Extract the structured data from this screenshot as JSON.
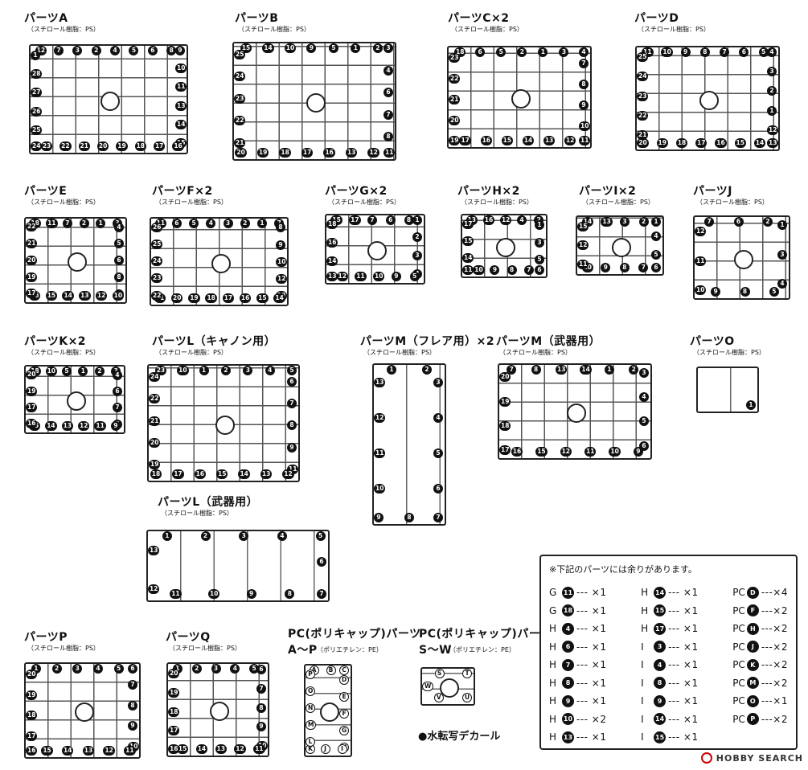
{
  "groups": [
    {
      "id": "a",
      "title": "パーツA",
      "material": "（スチロール樹脂：PS）",
      "nums": [
        "12",
        "7",
        "3",
        "2",
        "4",
        "5",
        "6",
        "8",
        "9",
        "10",
        "11",
        "13",
        "14",
        "15",
        "16",
        "17",
        "18",
        "19",
        "20",
        "21",
        "22",
        "23",
        "24",
        "25",
        "26",
        "27",
        "28",
        "1"
      ]
    },
    {
      "id": "b",
      "title": "パーツB",
      "material": "（スチロール樹脂：PS）",
      "nums": [
        "15",
        "14",
        "10",
        "9",
        "5",
        "1",
        "2",
        "3",
        "4",
        "6",
        "7",
        "8",
        "11",
        "12",
        "13",
        "16",
        "17",
        "18",
        "19",
        "20",
        "21",
        "22",
        "23",
        "24",
        "25"
      ]
    },
    {
      "id": "c",
      "title": "パーツC×2",
      "material": "（スチロール樹脂：PS）",
      "nums": [
        "18",
        "6",
        "5",
        "2",
        "1",
        "3",
        "4",
        "7",
        "8",
        "9",
        "10",
        "11",
        "12",
        "13",
        "14",
        "15",
        "16",
        "17",
        "19",
        "20",
        "21",
        "22",
        "23"
      ]
    },
    {
      "id": "d",
      "title": "パーツD",
      "material": "（スチロール樹脂：PS）",
      "nums": [
        "11",
        "10",
        "9",
        "8",
        "7",
        "6",
        "5",
        "4",
        "3",
        "2",
        "1",
        "12",
        "13",
        "14",
        "15",
        "16",
        "17",
        "18",
        "19",
        "20",
        "21",
        "22",
        "23",
        "24",
        "25"
      ]
    },
    {
      "id": "e",
      "title": "パーツE",
      "material": "（スチロール樹脂：PS）",
      "nums": [
        "18",
        "11",
        "7",
        "2",
        "1",
        "3",
        "4",
        "5",
        "6",
        "8",
        "9",
        "10",
        "12",
        "13",
        "14",
        "15",
        "16",
        "17",
        "19",
        "20",
        "21",
        "22"
      ]
    },
    {
      "id": "f",
      "title": "パーツF×2",
      "material": "（スチロール樹脂：PS）",
      "nums": [
        "11",
        "6",
        "5",
        "4",
        "3",
        "2",
        "1",
        "7",
        "8",
        "9",
        "10",
        "12",
        "13",
        "14",
        "15",
        "16",
        "17",
        "18",
        "19",
        "20",
        "21",
        "22",
        "23",
        "24",
        "25",
        "26"
      ]
    },
    {
      "id": "g",
      "title": "パーツG×2",
      "material": "（スチロール樹脂：PS）",
      "nums": [
        "15",
        "17",
        "7",
        "6",
        "8",
        "1",
        "2",
        "3",
        "4",
        "5",
        "9",
        "10",
        "11",
        "12",
        "13",
        "14",
        "16",
        "18"
      ]
    },
    {
      "id": "h",
      "title": "パーツH×2",
      "material": "（スチロール樹脂：PS）",
      "nums": [
        "13",
        "16",
        "12",
        "4",
        "2",
        "1",
        "3",
        "5",
        "6",
        "7",
        "8",
        "9",
        "10",
        "11",
        "14",
        "15",
        "17"
      ]
    },
    {
      "id": "i",
      "title": "パーツI×2",
      "material": "（スチロール樹脂：PS）",
      "nums": [
        "14",
        "13",
        "3",
        "2",
        "1",
        "4",
        "5",
        "6",
        "7",
        "8",
        "9",
        "10",
        "11",
        "12",
        "15"
      ]
    },
    {
      "id": "j",
      "title": "パーツJ",
      "material": "（スチロール樹脂：PS）",
      "nums": [
        "7",
        "6",
        "2",
        "1",
        "3",
        "4",
        "5",
        "8",
        "9",
        "10",
        "11",
        "12"
      ]
    },
    {
      "id": "k",
      "title": "パーツK×2",
      "material": "（スチロール樹脂：PS）",
      "nums": [
        "18",
        "10",
        "5",
        "1",
        "2",
        "3",
        "4",
        "6",
        "7",
        "8",
        "9",
        "11",
        "12",
        "13",
        "14",
        "15",
        "16",
        "17",
        "19",
        "20"
      ]
    },
    {
      "id": "l1",
      "title": "パーツL（キャノン用）",
      "material": "（スチロール樹脂：PS）",
      "nums": [
        "23",
        "10",
        "1",
        "2",
        "3",
        "4",
        "5",
        "6",
        "7",
        "8",
        "9",
        "11",
        "12",
        "13",
        "14",
        "15",
        "16",
        "17",
        "18",
        "19",
        "20",
        "21",
        "22",
        "24"
      ]
    },
    {
      "id": "m1",
      "title": "パーツM（フレア用）×2",
      "material": "（スチロール樹脂：PS）",
      "nums": [
        "1",
        "2",
        "3",
        "4",
        "5",
        "6",
        "7",
        "8",
        "9",
        "10",
        "11",
        "12",
        "13"
      ]
    },
    {
      "id": "m2",
      "title": "パーツM（武器用）",
      "material": "（スチロール樹脂：PS）",
      "nums": [
        "7",
        "8",
        "13",
        "14",
        "1",
        "2",
        "3",
        "4",
        "5",
        "6",
        "9",
        "10",
        "11",
        "12",
        "15",
        "16",
        "17",
        "18",
        "19",
        "20"
      ]
    },
    {
      "id": "o",
      "title": "パーツO",
      "material": "（スチロール樹脂：PS）",
      "nums": [
        "1"
      ]
    },
    {
      "id": "l2",
      "title": "パーツL（武器用）",
      "material": "（スチロール樹脂：PS）",
      "nums": [
        "1",
        "2",
        "3",
        "4",
        "5",
        "6",
        "7",
        "8",
        "9",
        "10",
        "11",
        "12",
        "13"
      ]
    },
    {
      "id": "p",
      "title": "パーツP",
      "material": "（スチロール樹脂：PS）",
      "nums": [
        "1",
        "2",
        "3",
        "4",
        "5",
        "6",
        "7",
        "8",
        "9",
        "10",
        "11",
        "12",
        "13",
        "14",
        "15",
        "16",
        "17",
        "18",
        "19",
        "20"
      ]
    },
    {
      "id": "q",
      "title": "パーツQ",
      "material": "（スチロール樹脂：PS）",
      "nums": [
        "1",
        "2",
        "3",
        "4",
        "5",
        "6",
        "7",
        "8",
        "9",
        "10",
        "11",
        "12",
        "13",
        "14",
        "15",
        "16",
        "17",
        "18",
        "19",
        "20"
      ]
    },
    {
      "id": "pca",
      "title": "PC(ポリキャップ)パーツ",
      "title2": "A〜P",
      "material": "（ポリエチレン：PE）",
      "nums": [
        "A",
        "B",
        "C",
        "D",
        "E",
        "F",
        "G",
        "H",
        "I",
        "J",
        "K",
        "L",
        "M",
        "N",
        "O",
        "P"
      ]
    },
    {
      "id": "pcs",
      "title": "PC(ポリキャップ)パーツ",
      "title2": "S〜W",
      "material": "（ポリエチレン：PE）",
      "nums": [
        "S",
        "T",
        "U",
        "V",
        "W"
      ]
    }
  ],
  "decal": "●水転写デカール",
  "spare": {
    "header": "※下記のパーツには余りがあります。",
    "col1": [
      {
        "pfx": "G",
        "n": "11",
        "qty": "--- ×1"
      },
      {
        "pfx": "G",
        "n": "18",
        "qty": "--- ×1"
      },
      {
        "pfx": "H",
        "n": "4",
        "qty": "--- ×1"
      },
      {
        "pfx": "H",
        "n": "6",
        "qty": "--- ×1"
      },
      {
        "pfx": "H",
        "n": "7",
        "qty": "--- ×1"
      },
      {
        "pfx": "H",
        "n": "8",
        "qty": "--- ×1"
      },
      {
        "pfx": "H",
        "n": "9",
        "qty": "--- ×1"
      },
      {
        "pfx": "H",
        "n": "10",
        "qty": "--- ×2"
      },
      {
        "pfx": "H",
        "n": "13",
        "qty": "--- ×1"
      }
    ],
    "col2": [
      {
        "pfx": "H",
        "n": "14",
        "qty": "--- ×1"
      },
      {
        "pfx": "H",
        "n": "15",
        "qty": "--- ×1"
      },
      {
        "pfx": "H",
        "n": "17",
        "qty": "--- ×1"
      },
      {
        "pfx": "I",
        "n": "3",
        "qty": "--- ×1"
      },
      {
        "pfx": "I",
        "n": "4",
        "qty": "--- ×1"
      },
      {
        "pfx": "I",
        "n": "8",
        "qty": "--- ×1"
      },
      {
        "pfx": "I",
        "n": "9",
        "qty": "--- ×1"
      },
      {
        "pfx": "I",
        "n": "14",
        "qty": "--- ×1"
      },
      {
        "pfx": "I",
        "n": "15",
        "qty": "--- ×1"
      }
    ],
    "col3": [
      {
        "pfx": "PC",
        "n": "D",
        "qty": "---×4"
      },
      {
        "pfx": "PC",
        "n": "F",
        "qty": "---×2"
      },
      {
        "pfx": "PC",
        "n": "H",
        "qty": "---×2"
      },
      {
        "pfx": "PC",
        "n": "J",
        "qty": "---×2"
      },
      {
        "pfx": "PC",
        "n": "K",
        "qty": "---×2"
      },
      {
        "pfx": "PC",
        "n": "M",
        "qty": "---×2"
      },
      {
        "pfx": "PC",
        "n": "O",
        "qty": "---×1"
      },
      {
        "pfx": "PC",
        "n": "P",
        "qty": "---×2"
      }
    ]
  },
  "watermark": "HOBBY SEARCH"
}
